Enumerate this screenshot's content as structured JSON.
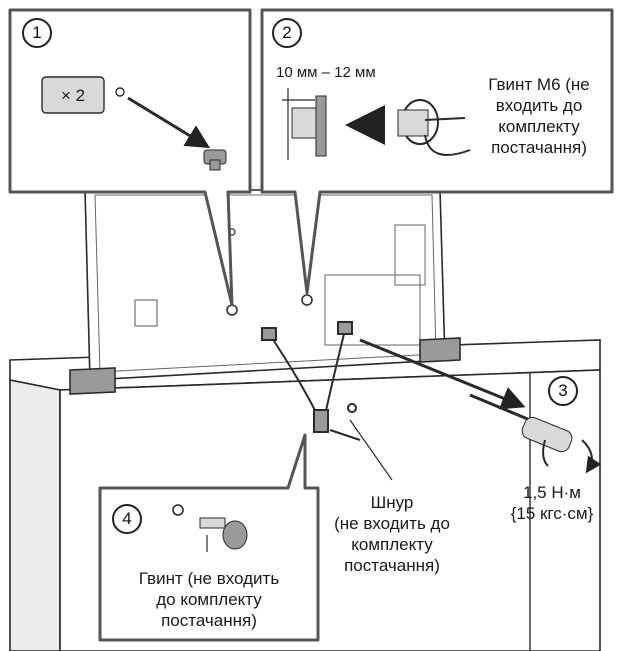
{
  "steps": {
    "step1": {
      "number": "1",
      "count_label": "× 2"
    },
    "step2": {
      "number": "2",
      "dimension": "10 мм – 12 мм",
      "screw_label": [
        "Гвинт М6 (не",
        "входить до",
        "комплекту",
        "постачання)"
      ]
    },
    "step3": {
      "number": "3",
      "torque": [
        "1,5 Н·м",
        "{15 кгс·см}"
      ]
    },
    "step4": {
      "number": "4",
      "screw_label": [
        "Гвинт (не входить",
        "до комплекту",
        "постачання)"
      ]
    }
  },
  "cord_label": [
    "Шнур",
    "(не входить до",
    "комплекту",
    "постачання)"
  ],
  "colors": {
    "line": "#2a2a2a",
    "fill_light": "#d9d9d9",
    "fill_mid": "#9a9a9a",
    "frame_gray": "#555555"
  }
}
